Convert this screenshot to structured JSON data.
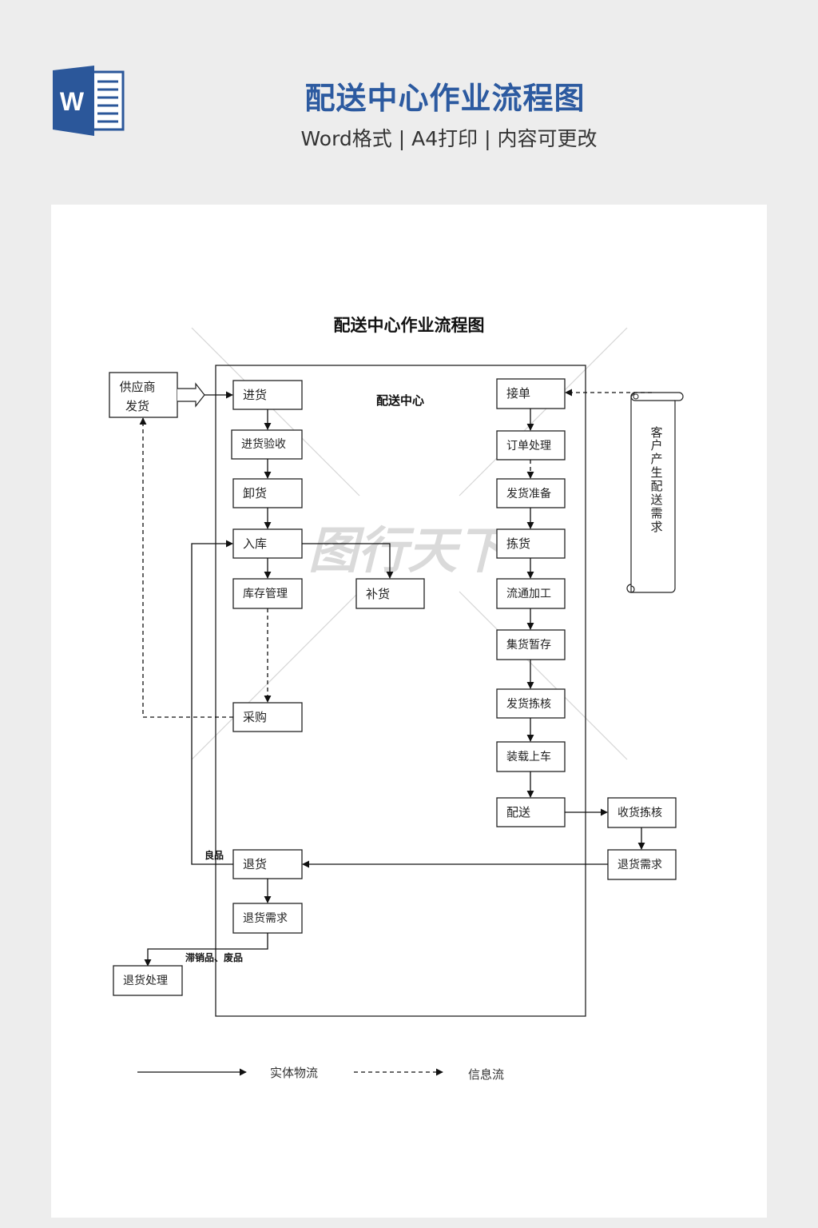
{
  "banner": {
    "app_icon": "word-document-icon",
    "logo_letter": "W",
    "title": "配送中心作业流程图",
    "subtitle": "Word格式 | A4打印 | 内容可更改",
    "title_color": "#2c5aa0",
    "logo_color": "#2b579a"
  },
  "document": {
    "title": "配送中心作业流程图",
    "center_label": "配送中心",
    "watermark": "图行天下",
    "external": {
      "supplier_line1": "供应商",
      "supplier_line2": "发货",
      "customer_scroll": [
        "客",
        "户",
        "产",
        "生",
        "配",
        "送",
        "需",
        "求"
      ],
      "receive_check": "收货拣核",
      "customer_return_request": "退货需求",
      "return_processing": "退货处理"
    },
    "left_column": {
      "incoming": "进货",
      "incoming_inspection": "进货验收",
      "unloading": "卸货",
      "warehousing": "入库",
      "inventory_management": "库存管理",
      "replenishment": "补货",
      "purchasing": "采购",
      "returns": "退货",
      "return_request": "退货需求"
    },
    "right_column": {
      "order_receipt": "接单",
      "order_processing": "订单处理",
      "shipping_prep": "发货准备",
      "picking": "拣货",
      "processing": "流通加工",
      "staging": "集货暂存",
      "shipping_check": "发货拣核",
      "loading": "装载上车",
      "delivery": "配送"
    },
    "annotations": {
      "good_goods": "良品",
      "slow_waste": "滞销品、废品"
    },
    "legend": {
      "physical_flow": "实体物流",
      "info_flow": "信息流"
    }
  }
}
